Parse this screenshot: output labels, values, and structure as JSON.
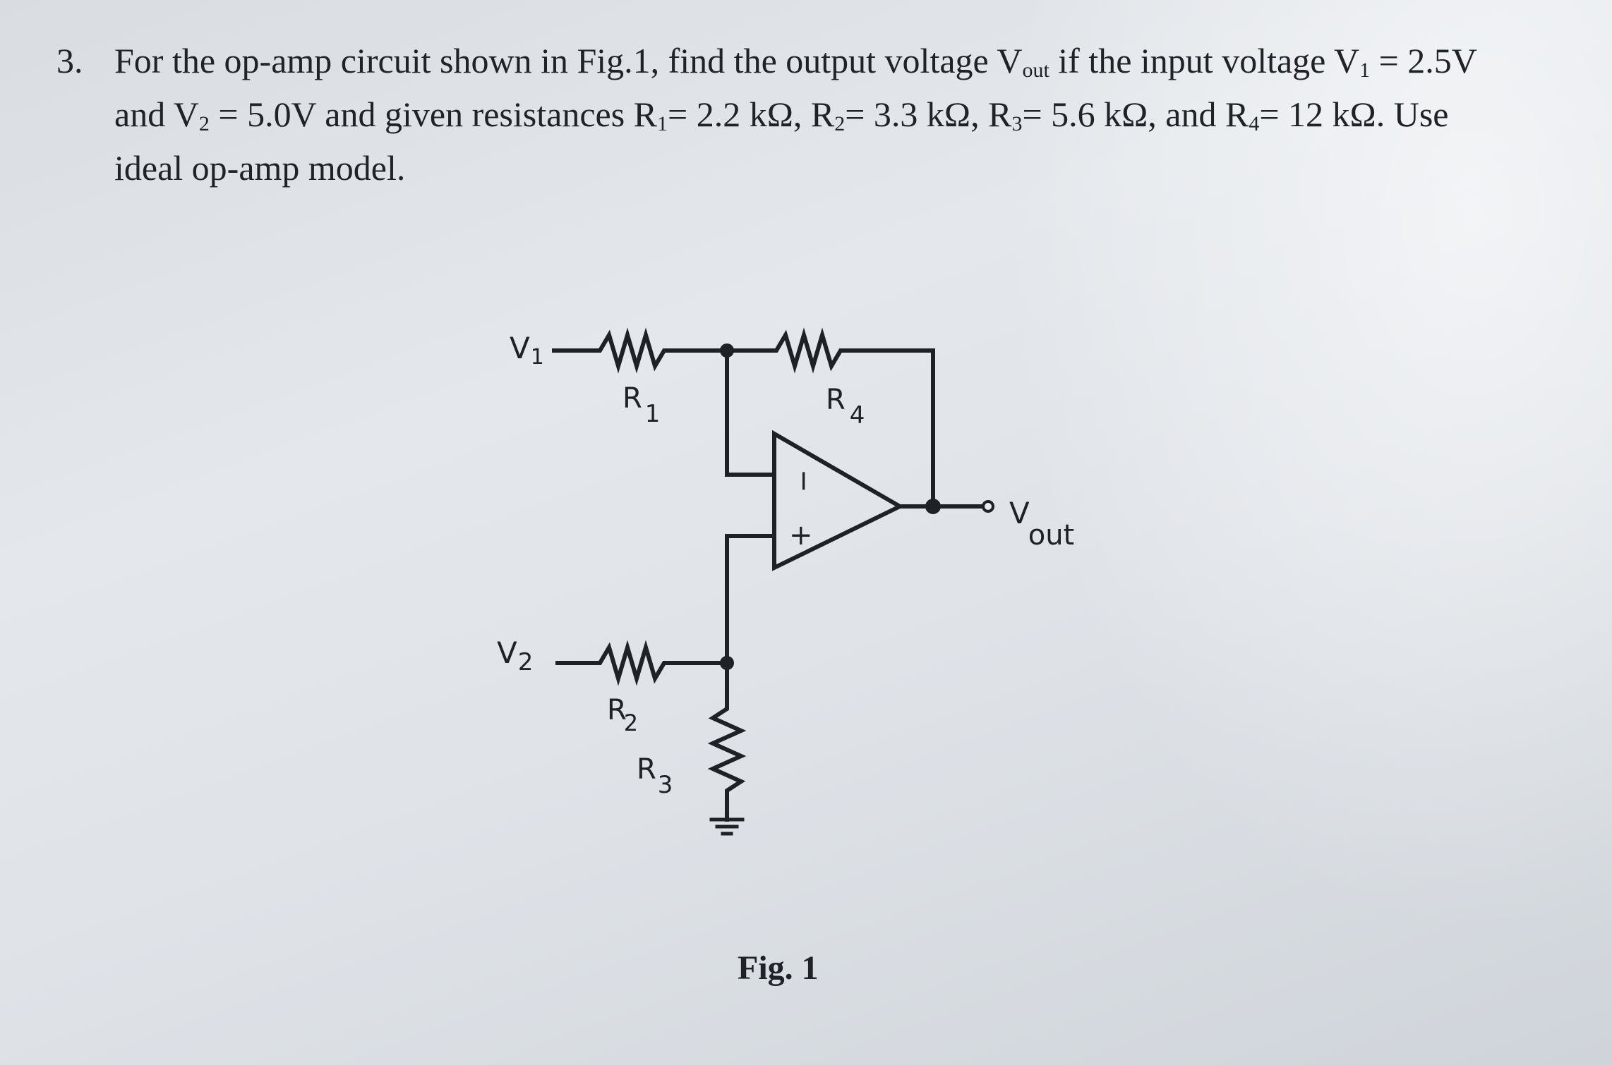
{
  "question": {
    "number": "3.",
    "text_parts": {
      "a": "For the op-amp circuit shown in Fig.1, find the output voltage V",
      "a_sub": "out",
      "b": " if the input voltage V",
      "b_sub": "1",
      "c": " = 2.5V and V",
      "c_sub": "2",
      "d": " = 5.0V and given resistances R",
      "d_sub": "1",
      "e": "= 2.2 kΩ, R",
      "e_sub": "2",
      "f": "= 3.3 kΩ, R",
      "f_sub": "3",
      "g": "= 5.6 kΩ, and R",
      "g_sub": "4",
      "h": "= 12 kΩ. Use ideal op-amp model."
    }
  },
  "diagram": {
    "labels": {
      "v1": "V",
      "v1_sub": "1",
      "v2": "V",
      "v2_sub": "2",
      "r1": "R",
      "r1_sub": "1",
      "r2": "R",
      "r2_sub": "2",
      "r3": "R",
      "r3_sub": "3",
      "r4": "R",
      "r4_sub": "4",
      "minus": "−",
      "plus": "+",
      "vout": "V",
      "vout_sub": "out"
    },
    "caption": "Fig. 1"
  },
  "colors": {
    "ink": "#1e2126",
    "background": "#e0e4e9"
  }
}
